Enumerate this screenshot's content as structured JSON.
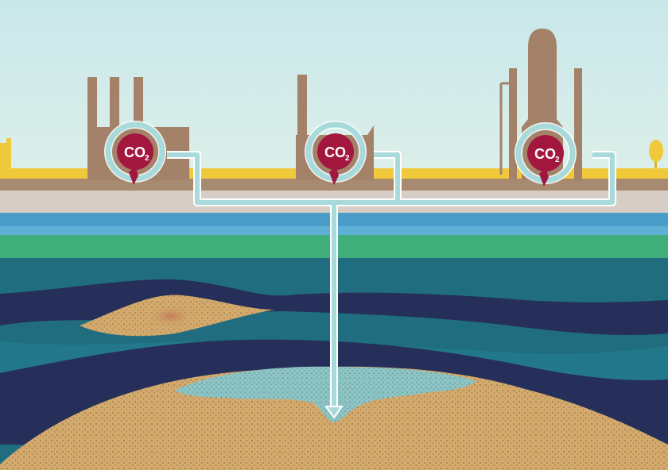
{
  "labels": {
    "factory_left": {
      "main": "CO",
      "sub": "2"
    },
    "factory_middle": {
      "main": "CO",
      "sub": "2"
    },
    "factory_right": {
      "main": "CO",
      "sub": "2"
    }
  },
  "colors": {
    "sky": "#cfe9ea",
    "ground_yellow": "#f0c93a",
    "factory_brown": "#a4826a",
    "co2_badge": "#a3173f",
    "pipe": "#a9dadb",
    "storage_reservoir": "#8fc4c4",
    "sand": "#d3a96c",
    "navy_layer": "#252f5a",
    "teal_layer": "#1f6d7e",
    "green_layer": "#3fae7a",
    "blue_layer": "#4a9cc9"
  }
}
